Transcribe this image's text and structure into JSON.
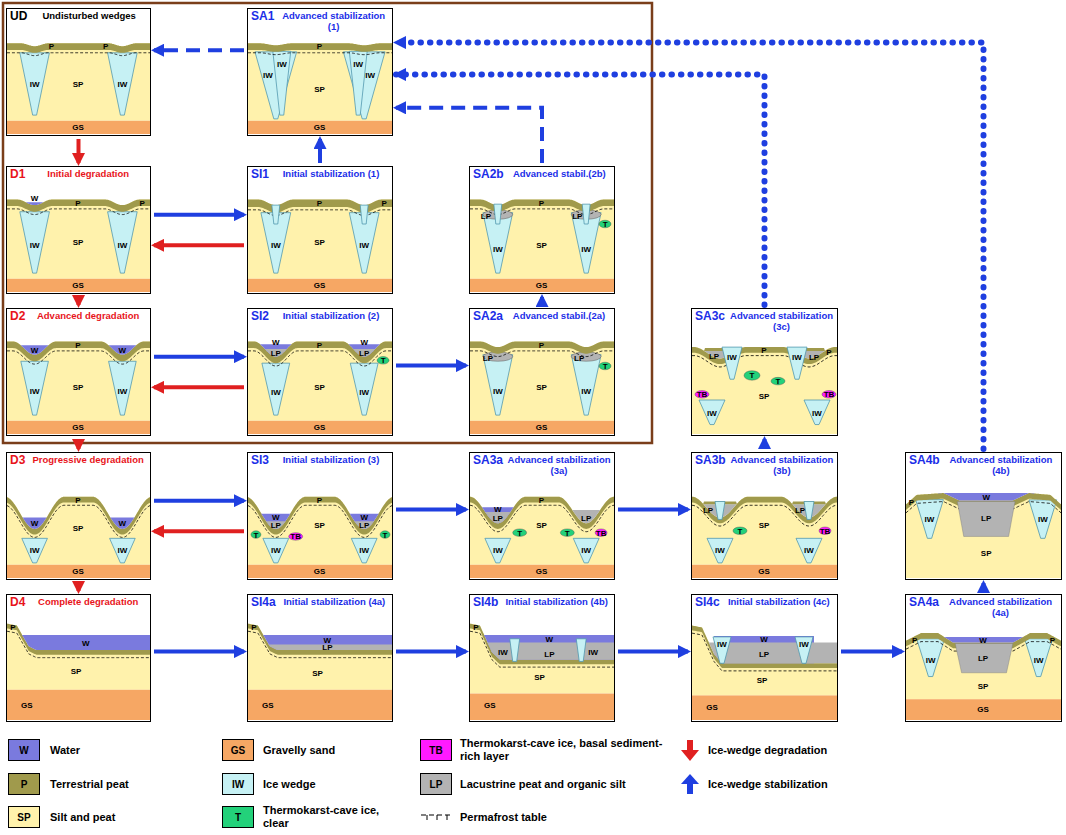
{
  "diagram": {
    "nodes": [
      {
        "text": [
          "UD",
          "Undisturbed wedges",
          "P",
          "P",
          "IW",
          "SP",
          "IW",
          "GS"
        ]
      },
      {
        "text": [
          "SA1",
          "Advanced stabilization (1)",
          "P",
          "IW",
          "IW",
          "SP",
          "IW",
          "IW",
          "GS"
        ]
      },
      {
        "text": [
          "D1",
          "Initial degradation",
          "W",
          "P",
          "P",
          "IW",
          "SP",
          "IW",
          "GS"
        ]
      },
      {
        "text": [
          "SI1",
          "Initial stabilization (1)",
          "P",
          "P",
          "IW",
          "SP",
          "IW",
          "GS"
        ]
      },
      {
        "text": [
          "SA2b",
          "Advanced stabil.(2b)",
          "LP",
          "P",
          "LP",
          "T",
          "IW",
          "SP",
          "IW",
          "GS"
        ]
      },
      {
        "text": [
          "D2",
          "Advanced degradation",
          "W",
          "P",
          "W",
          "IW",
          "SP",
          "IW",
          "GS"
        ]
      },
      {
        "text": [
          "SI2",
          "Initial stabilization (2)",
          "W",
          "LP",
          "P",
          "W",
          "LP",
          "T",
          "IW",
          "SP",
          "IW",
          "GS"
        ]
      },
      {
        "text": [
          "SA2a",
          "Advanced stabil.(2a)",
          "LP",
          "P",
          "LP",
          "T",
          "IW",
          "SP",
          "IW",
          "GS"
        ]
      },
      {
        "text": [
          "SA3c",
          "Advanced stabilization (3c)",
          "IW",
          "P",
          "P",
          "TB",
          "LP",
          "T",
          "LP",
          "IW",
          "T",
          "SP",
          "IW",
          "IW",
          "TB"
        ]
      },
      {
        "text": [
          "D3",
          "Progressive degradation",
          "P",
          "W",
          "SP",
          "W",
          "IW",
          "IW",
          "GS"
        ]
      },
      {
        "text": [
          "SI3",
          "Initial stabilization (3)",
          "W",
          "LP",
          "TB",
          "W",
          "LP",
          "T",
          "P",
          "T",
          "SP",
          "IW",
          "IW",
          "GS"
        ]
      },
      {
        "text": [
          "SA3a",
          "Advanced stabilization (3a)",
          "W",
          "LP",
          "T",
          "P",
          "LP",
          "TB",
          "T",
          "SP",
          "IW",
          "IW",
          "GS"
        ]
      },
      {
        "text": [
          "SA3b",
          "Advanced stabilization (3b)",
          "LP",
          "T",
          "LP",
          "TB",
          "SP",
          "IW",
          "IW",
          "GS"
        ]
      },
      {
        "text": [
          "SA4b",
          "Advanced stabilization (4b)",
          "W",
          "P",
          "IW",
          "LP",
          "IW",
          "SP"
        ]
      },
      {
        "text": [
          "D4",
          "Complete degradation",
          "P",
          "W",
          "GS",
          "SP"
        ]
      },
      {
        "text": [
          "SI4a",
          "Initial stabilization (4a)",
          "P",
          "W",
          "LP",
          "SP",
          "GS"
        ]
      },
      {
        "text": [
          "SI4b",
          "Initial stabilization (4b)",
          "P",
          "IW",
          "W",
          "IW",
          "LP",
          "SP",
          "GS"
        ]
      },
      {
        "text": [
          "SI4c",
          "Initial stabilization (4c)",
          "IW",
          "W",
          "IW",
          "LP",
          "SP",
          "GS"
        ]
      },
      {
        "text": [
          "SA4a",
          "Advanced stabilization (4a)",
          "P",
          "P",
          "W",
          "IW",
          "LP",
          "IW",
          "SP",
          "GS"
        ]
      }
    ],
    "edges": [
      {
        "from": 0,
        "to": 2,
        "arrow": "to"
      },
      {
        "from": 1,
        "to": 0,
        "arrow": "to"
      },
      {
        "from": 3,
        "to": 1,
        "arrow": "to"
      },
      {
        "from": 2,
        "to": 3,
        "arrow": "to"
      },
      {
        "from": 3,
        "to": 2,
        "arrow": "to"
      },
      {
        "from": 2,
        "to": 5,
        "arrow": "to"
      },
      {
        "from": 4,
        "to": 1,
        "arrow": "to"
      },
      {
        "from": 5,
        "to": 6,
        "arrow": "to"
      },
      {
        "from": 6,
        "to": 5,
        "arrow": "to"
      },
      {
        "from": 6,
        "to": 7,
        "arrow": "to"
      },
      {
        "from": 7,
        "to": 4,
        "arrow": "to"
      },
      {
        "from": 5,
        "to": 9,
        "arrow": "to"
      },
      {
        "from": 8,
        "to": 1,
        "arrow": "to"
      },
      {
        "from": 9,
        "to": 10,
        "arrow": "to"
      },
      {
        "from": 10,
        "to": 9,
        "arrow": "to"
      },
      {
        "from": 10,
        "to": 11,
        "arrow": "to"
      },
      {
        "from": 11,
        "to": 12,
        "arrow": "to"
      },
      {
        "from": 12,
        "to": 8,
        "arrow": "to"
      },
      {
        "from": 13,
        "to": 1,
        "arrow": "to"
      },
      {
        "from": 9,
        "to": 14,
        "arrow": "to"
      },
      {
        "from": 14,
        "to": 15,
        "arrow": "to"
      },
      {
        "from": 15,
        "to": 16,
        "arrow": "to"
      },
      {
        "from": 16,
        "to": 17,
        "arrow": "to"
      },
      {
        "from": 17,
        "to": 18,
        "arrow": "to"
      },
      {
        "from": 18,
        "to": 13,
        "arrow": "to"
      }
    ],
    "labels": [
      "W",
      "GS",
      "TB",
      "P",
      "IW",
      "LP",
      "SP",
      "T"
    ],
    "legend": [
      {
        "text": "Water",
        "color": "#7a7ade"
      },
      {
        "text": "Gravelly sand",
        "color": "#f6a764"
      },
      {
        "text": "Thermokarst-cave ice, basal sediment-rich layer",
        "color": "#ff1aff"
      },
      {
        "text": "Ice-wedge degradation"
      },
      {
        "text": "Terrestrial peat",
        "color": "#a09a4c"
      },
      {
        "text": "Ice wedge",
        "color": "#c6f1f4"
      },
      {
        "text": "Lacustrine peat and organic silt",
        "color": "#b3b3b3"
      },
      {
        "text": "Ice-wedge stabilization"
      },
      {
        "text": "Silt and peat",
        "color": "#fff2ac"
      },
      {
        "text": "Thermokarst-cave ice, clear",
        "color": "#23d17a"
      },
      {
        "text": "Permafrost table"
      }
    ]
  }
}
